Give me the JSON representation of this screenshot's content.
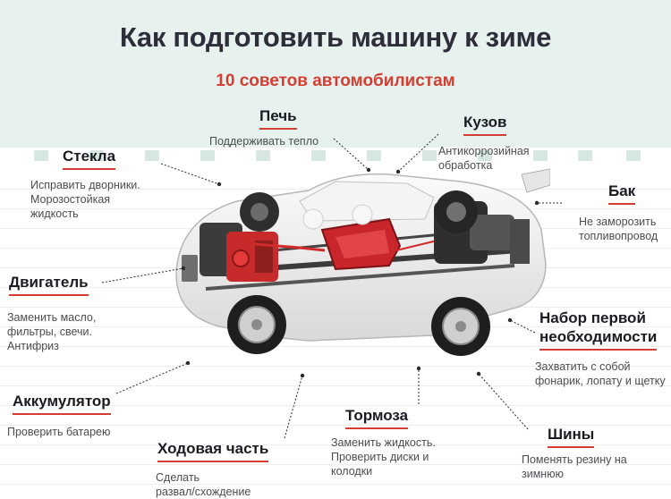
{
  "header": {
    "title": "Как подготовить машину к зиме",
    "subtitle": "10 советов автомобилистам"
  },
  "tips": [
    {
      "key": "pech",
      "title": "Печь",
      "text": "Поддерживать тепло"
    },
    {
      "key": "kuzov",
      "title": "Кузов",
      "text": "Антикоррозийная\nобработка"
    },
    {
      "key": "stekla",
      "title": "Стекла",
      "text": "Исправить дворники.\nМорозостойкая\nжидкость"
    },
    {
      "key": "bak",
      "title": "Бак",
      "text": "Не заморозить\nтопливопровод"
    },
    {
      "key": "dvigatel",
      "title": "Двигатель",
      "text": "Заменить масло,\nфильтры, свечи.\nАнтифриз"
    },
    {
      "key": "nabor",
      "title": "Набор первой\nнеобходимости",
      "text": "Захватить с собой\nфонарик, лопату и щетку"
    },
    {
      "key": "akkumulyator",
      "title": "Аккумулятор",
      "text": "Проверить батарею"
    },
    {
      "key": "tormoza",
      "title": "Тормоза",
      "text": "Заменить жидкость.\nПроверить диски и\nколодки"
    },
    {
      "key": "shiny",
      "title": "Шины",
      "text": "Поменять резину на\nзимнюю"
    },
    {
      "key": "hodovaya",
      "title": "Ходовая часть",
      "text": "Сделать\nразвал/схождение"
    }
  ],
  "colors": {
    "accent": "#d43e32",
    "header_band": "#e7f2ee",
    "heading_text": "#1b1b24",
    "body_text": "#4c4c52"
  }
}
